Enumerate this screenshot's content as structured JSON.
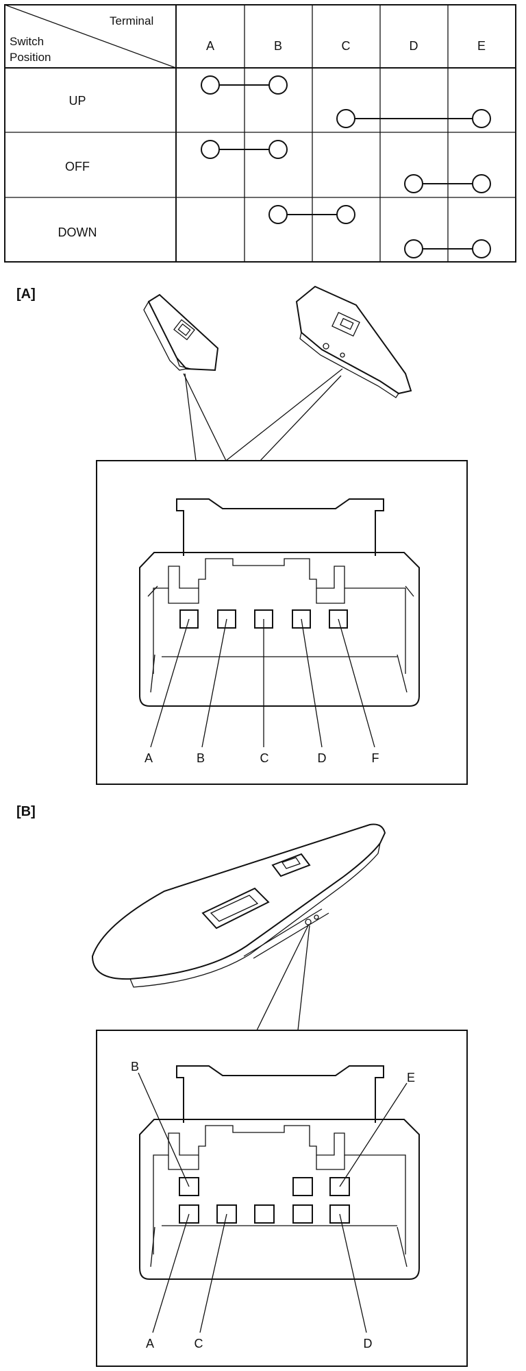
{
  "table": {
    "corner_top": "Terminal",
    "corner_bottom_1": "Switch",
    "corner_bottom_2": "Position",
    "terminals": [
      "A",
      "B",
      "C",
      "D",
      "E"
    ],
    "rows": [
      {
        "position": "UP",
        "connections": [
          [
            "A",
            "B"
          ],
          [
            "C",
            "E"
          ]
        ]
      },
      {
        "position": "OFF",
        "connections": [
          [
            "A",
            "B"
          ],
          [
            "D",
            "E"
          ]
        ]
      },
      {
        "position": "DOWN",
        "connections": [
          [
            "B",
            "C"
          ],
          [
            "D",
            "E"
          ]
        ]
      }
    ]
  },
  "section_a": {
    "label": "[A]",
    "pins": [
      "A",
      "B",
      "C",
      "D",
      "F"
    ]
  },
  "section_b": {
    "label": "[B]",
    "pins_top": [
      "B",
      "E"
    ],
    "pins_bottom": [
      "A",
      "C",
      "D"
    ]
  }
}
